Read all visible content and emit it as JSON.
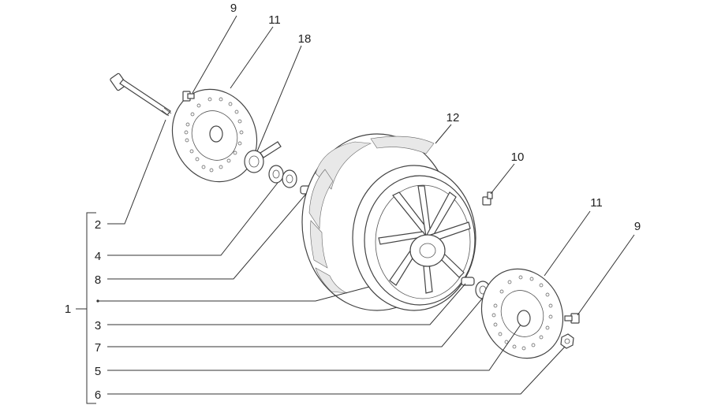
{
  "labels": {
    "l1": "1",
    "l2": "2",
    "l3": "3",
    "l4": "4",
    "l5": "5",
    "l6": "6",
    "l7": "7",
    "l8": "8",
    "l9a": "9",
    "l9b": "9",
    "l10": "10",
    "l11a": "11",
    "l11b": "11",
    "l12": "12",
    "l18": "18"
  }
}
